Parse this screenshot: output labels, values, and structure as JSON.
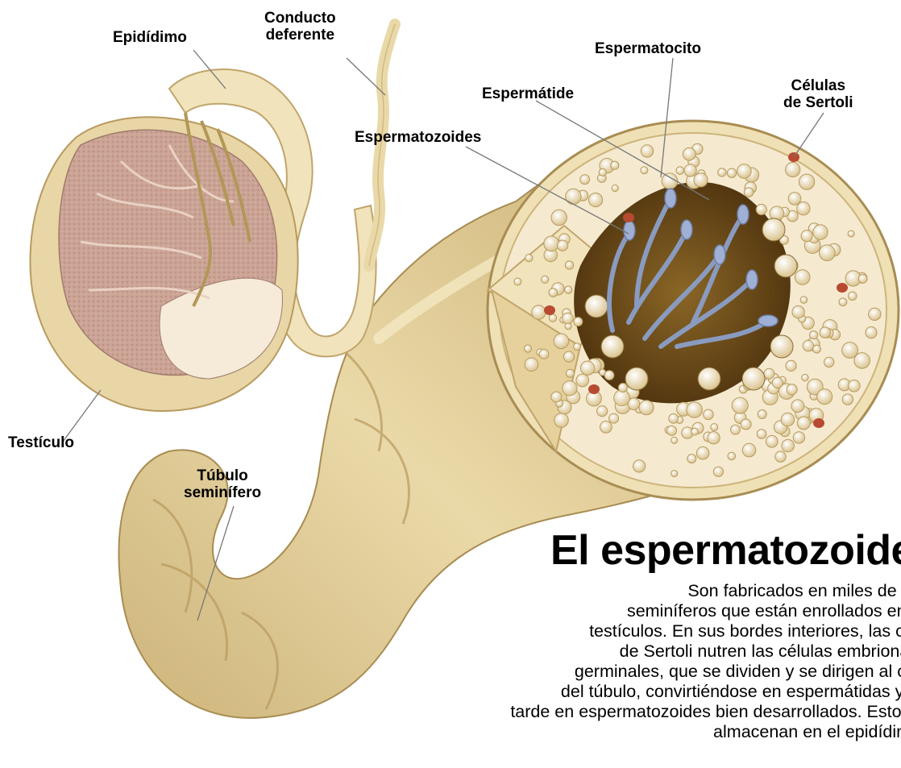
{
  "colors": {
    "tubule": "#d9c38e",
    "tubule_light": "#f1e4bd",
    "testis_pink": "#c9a294",
    "cell_red": "#b84a32",
    "sperm_blue": "#8a9bc0",
    "lumen_dark": "#5c3f16"
  },
  "labels": {
    "epididimo": "Epidídimo",
    "conducto": [
      "Conducto",
      "deferente"
    ],
    "espermatocito": "Espermatocito",
    "sertoli": [
      "Células",
      "de Sertoli"
    ],
    "espermatide": "Espermátide",
    "espermatozoides": "Espermatozoides",
    "testiculo": "Testículo",
    "tubulo": [
      "Túbulo",
      "seminífero"
    ]
  },
  "title": "El espermatozoide",
  "body_lines": [
    "Son fabricados en miles de túbulos",
    "seminíferos que están enrollados en los",
    "testículos. En sus bordes interiores, las células",
    "de Sertoli nutren las células embrionarias",
    "germinales, que se dividen y se dirigen al centro",
    "del túbulo, convirtiéndose en espermátidas y más",
    "tarde en espermatozoides bien desarrollados. Estos se",
    "almacenan en el epidídimo."
  ]
}
